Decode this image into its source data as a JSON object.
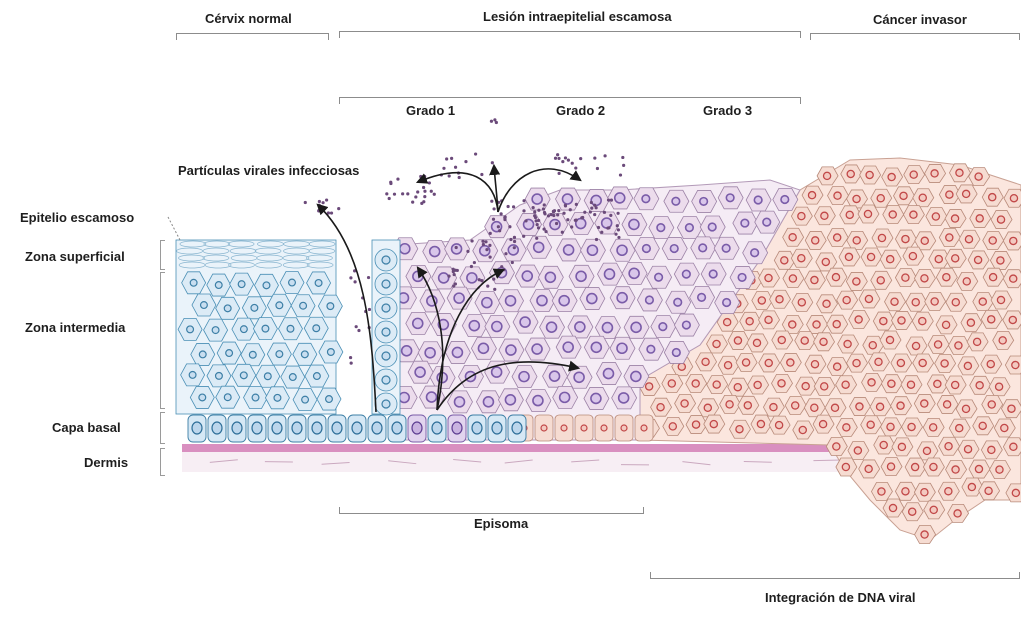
{
  "top_labels": {
    "normal": "Cérvix normal",
    "lesion": "Lesión intraepitelial escamosa",
    "cancer": "Cáncer invasor"
  },
  "grades": [
    "Grado 1",
    "Grado 2",
    "Grado 3"
  ],
  "particles_label": "Partículas virales infecciosas",
  "layer_labels": {
    "epitelio": "Epitelio escamoso",
    "superficial": "Zona superficial",
    "intermedia": "Zona intermedia",
    "basal": "Capa basal",
    "dermis": "Dermis"
  },
  "bottom_labels": {
    "episoma": "Episoma",
    "integracion": "Integración de DNA viral"
  },
  "colors": {
    "normal_cell_fill": "#dcebf6",
    "normal_cell_stroke": "#4a8fb5",
    "lesion_cell_fill": "#ecdcec",
    "lesion_nucleus": "#7a5ca8",
    "cancer_cell_fill": "#f6dcd2",
    "cancer_nucleus": "#c14848",
    "dermis": "#d98fc0",
    "virus_dot": "#6b4a7a"
  }
}
